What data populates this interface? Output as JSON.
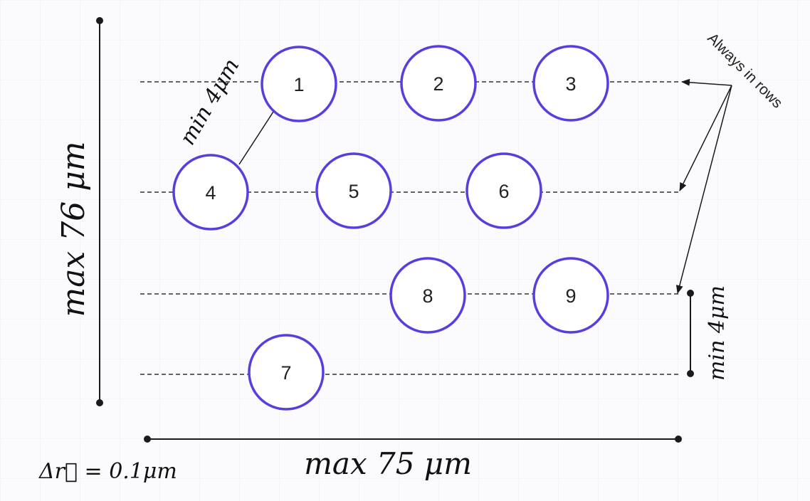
{
  "colors": {
    "circle_stroke": "#5b3ddf",
    "circle_fill": "#ffffff",
    "line": "#1a1a1a",
    "guide": "#333333"
  },
  "labels": {
    "height_label": "max 76 μm",
    "width_label": "max 75 μm",
    "diag_spacing": "min 4μm",
    "row_spacing": "min 4μm",
    "always_rows": "Always in rows",
    "resolution": "Δr⃗ = 0.1μm"
  },
  "atoms": [
    {
      "id": "atom-1",
      "label": "1"
    },
    {
      "id": "atom-2",
      "label": "2"
    },
    {
      "id": "atom-3",
      "label": "3"
    },
    {
      "id": "atom-4",
      "label": "4"
    },
    {
      "id": "atom-5",
      "label": "5"
    },
    {
      "id": "atom-6",
      "label": "6"
    },
    {
      "id": "atom-8",
      "label": "8"
    },
    {
      "id": "atom-9",
      "label": "9"
    },
    {
      "id": "atom-7",
      "label": "7"
    }
  ]
}
